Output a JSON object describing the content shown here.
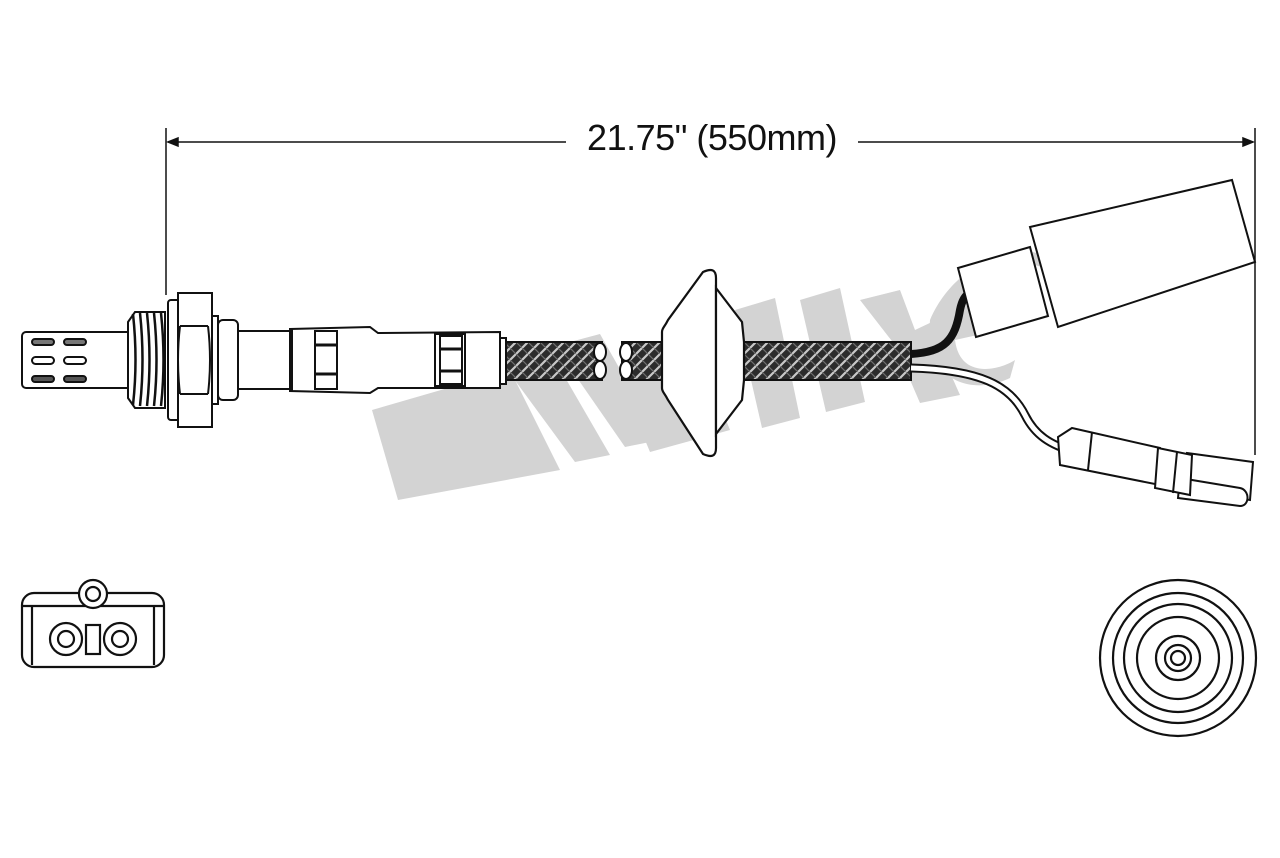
{
  "diagram": {
    "type": "oxygen-sensor-product-drawing",
    "dimension": {
      "label": "21.75\" (550mm)",
      "inches": 21.75,
      "millimeters": 550
    },
    "watermark": {
      "text": "Walker",
      "color": "#d3d3d3"
    },
    "colors": {
      "line": "#111111",
      "fill": "#ffffff",
      "braid_dark": "#333333",
      "braid_light": "#bbbbbb",
      "wire_black": "#111111"
    },
    "parts": {
      "sensor_tip": "sensor-tip",
      "threaded_body": "threaded-body",
      "hex_nut": "hex-nut",
      "crimp_sleeve": "crimp-sleeve",
      "braided_cable": "braided-cable",
      "grommet": "rubber-grommet",
      "main_connector": "main-connector",
      "ground_connector": "ground-connector",
      "connector_end_view": "connector-end-view",
      "sensor_end_view": "sensor-end-view"
    }
  }
}
